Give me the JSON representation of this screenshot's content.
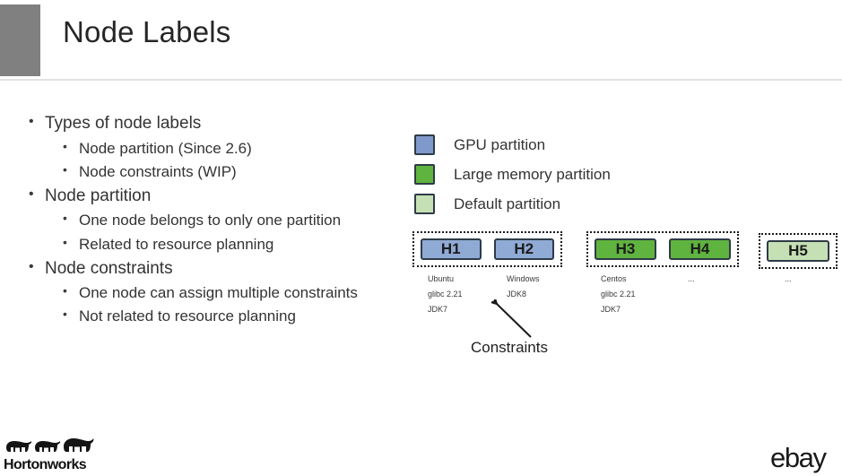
{
  "slide": {
    "title": "Node Labels",
    "accent_color": "#808080"
  },
  "bullets": [
    {
      "level": 1,
      "text": "Types of node labels"
    },
    {
      "level": 2,
      "text": "Node partition (Since 2.6)"
    },
    {
      "level": 2,
      "text": "Node constraints (WIP)"
    },
    {
      "level": 1,
      "text": "Node partition"
    },
    {
      "level": 2,
      "text": "One node belongs to only one partition"
    },
    {
      "level": 2,
      "text": "Related to resource planning"
    },
    {
      "level": 1,
      "text": "Node constraints"
    },
    {
      "level": 2,
      "text": "One node can assign multiple constraints"
    },
    {
      "level": 2,
      "text": "Not related to resource planning"
    }
  ],
  "legend": {
    "items": [
      {
        "label": "GPU partition",
        "color": "#8099cc"
      },
      {
        "label": "Large memory partition",
        "color": "#5fb33f"
      },
      {
        "label": "Default partition",
        "color": "#c5e0b4"
      }
    ]
  },
  "diagram": {
    "groups": [
      {
        "name": "gpu-partition-group",
        "nodes": [
          {
            "label": "H1",
            "color": "#8faad4"
          },
          {
            "label": "H2",
            "color": "#8faad4"
          }
        ]
      },
      {
        "name": "large-memory-partition-group",
        "nodes": [
          {
            "label": "H3",
            "color": "#5fb33f"
          },
          {
            "label": "H4",
            "color": "#5fb33f"
          }
        ]
      },
      {
        "name": "default-partition-group",
        "nodes": [
          {
            "label": "H5",
            "color": "#c5e0b4"
          }
        ]
      }
    ],
    "node_meta": [
      {
        "node": "H1",
        "lines": [
          "Ubuntu",
          "glibc 2.21",
          "JDK7"
        ]
      },
      {
        "node": "H2",
        "lines": [
          "Windows",
          "JDK8"
        ]
      },
      {
        "node": "H3",
        "lines": [
          "Centos",
          "glibc 2.21",
          "JDK7"
        ]
      },
      {
        "node": "H4",
        "lines": [
          "..."
        ]
      },
      {
        "node": "H5",
        "lines": [
          "..."
        ]
      }
    ],
    "annotation": "Constraints"
  },
  "footer": {
    "left_logo_text": "Hortonworks",
    "right_logo_text": "ebay"
  }
}
